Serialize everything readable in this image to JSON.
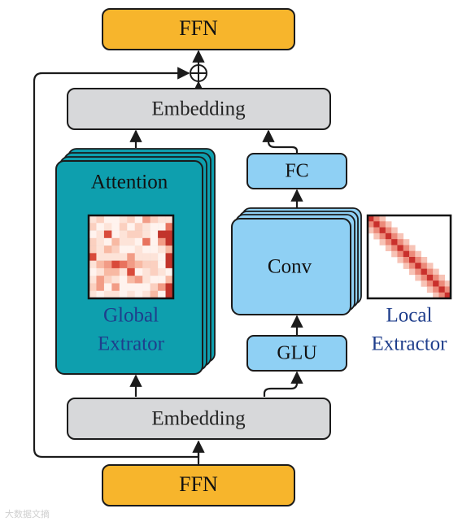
{
  "diagram": {
    "ffn_top": "FFN",
    "ffn_bottom": "FFN",
    "embedding_top": "Embedding",
    "embedding_bottom": "Embedding",
    "attention": "Attention",
    "global_extractor": [
      "Global",
      "Extrator"
    ],
    "fc": "FC",
    "conv": "Conv",
    "glu": "GLU",
    "local_extractor": [
      "Local",
      "Extractor"
    ],
    "colors": {
      "ffn": "#F7B52C",
      "embedding": "#D7D8DA",
      "attention": "#0E9FAE",
      "conv_block": "#8FD0F4",
      "label_blue": "#1F3E8C",
      "border": "#1b1b1b"
    }
  },
  "watermark": "大数据文摘"
}
